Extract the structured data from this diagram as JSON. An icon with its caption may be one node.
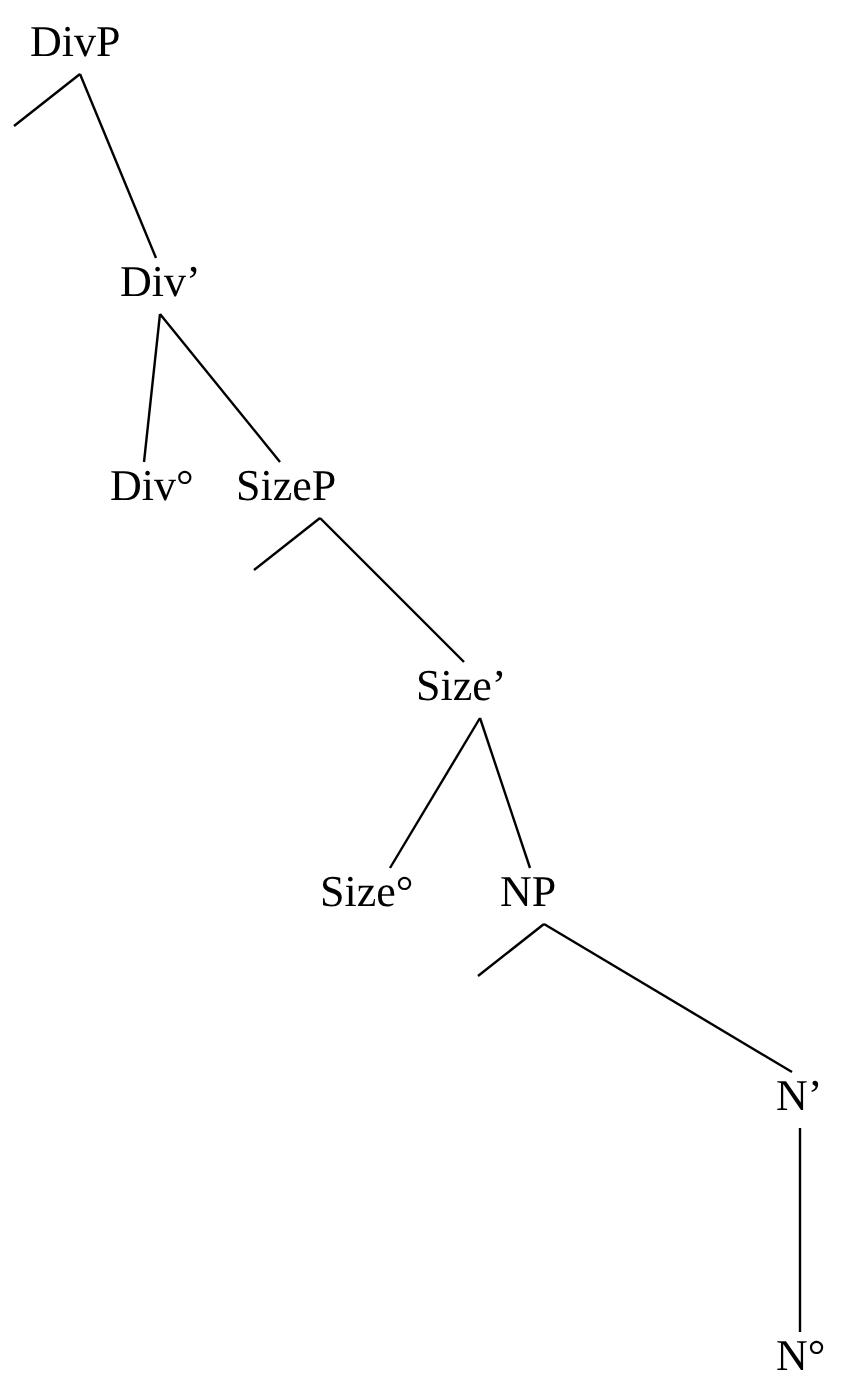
{
  "diagram": {
    "nodes": [
      {
        "text": [
          "DivP"
        ]
      },
      {
        "text": [
          "Div’"
        ]
      },
      {
        "text": [
          "Div°"
        ]
      },
      {
        "text": [
          "SizeP"
        ]
      },
      {
        "text": [
          "Size’"
        ]
      },
      {
        "text": [
          "Size°"
        ]
      },
      {
        "text": [
          "NP"
        ]
      },
      {
        "text": [
          "N’"
        ]
      },
      {
        "text": [
          "N°"
        ]
      }
    ],
    "edges": [
      {
        "from": 0,
        "to": null,
        "arrow": "none"
      },
      {
        "from": 0,
        "to": 1,
        "arrow": "none"
      },
      {
        "from": 1,
        "to": 2,
        "arrow": "none"
      },
      {
        "from": 1,
        "to": 3,
        "arrow": "none"
      },
      {
        "from": 3,
        "to": null,
        "arrow": "none"
      },
      {
        "from": 3,
        "to": 4,
        "arrow": "none"
      },
      {
        "from": 4,
        "to": 5,
        "arrow": "none"
      },
      {
        "from": 4,
        "to": 6,
        "arrow": "none"
      },
      {
        "from": 6,
        "to": null,
        "arrow": "none"
      },
      {
        "from": 6,
        "to": 7,
        "arrow": "none"
      },
      {
        "from": 7,
        "to": 8,
        "arrow": "none"
      }
    ]
  }
}
